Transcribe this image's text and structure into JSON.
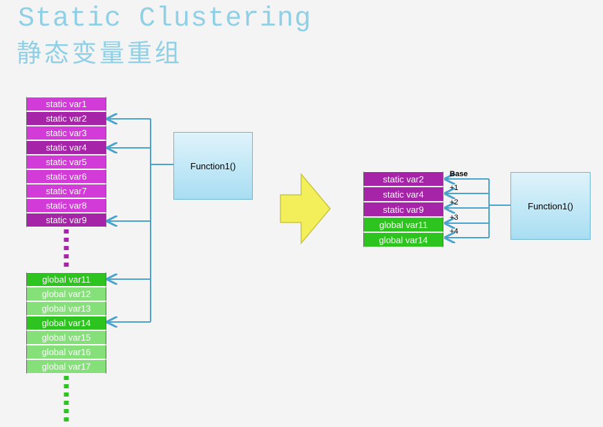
{
  "title": "Static Clustering",
  "subtitle": "静态变量重组",
  "left": {
    "static_vars": [
      {
        "label": "static var1"
      },
      {
        "label": "static var2"
      },
      {
        "label": "static var3"
      },
      {
        "label": "static var4"
      },
      {
        "label": "static var5"
      },
      {
        "label": "static var6"
      },
      {
        "label": "static var7"
      },
      {
        "label": "static var8"
      },
      {
        "label": "static var9"
      }
    ],
    "global_vars": [
      {
        "label": "global var11"
      },
      {
        "label": "global var12"
      },
      {
        "label": "global var13"
      },
      {
        "label": "global var14"
      },
      {
        "label": "global var15"
      },
      {
        "label": "global var16"
      },
      {
        "label": "global var17"
      }
    ],
    "function_label": "Function1()"
  },
  "right": {
    "vars": [
      {
        "label": "static var2"
      },
      {
        "label": "static var4"
      },
      {
        "label": "static var9"
      },
      {
        "label": "global var11"
      },
      {
        "label": "global var14"
      }
    ],
    "offsets": [
      "Base",
      "+1",
      "+2",
      "+3",
      "+4"
    ],
    "function_label": "Function1()"
  },
  "colors": {
    "static_light": "#d23bd8",
    "static_dark": "#a524a8",
    "global_light": "#86e07a",
    "global_dark": "#2ec41f",
    "arrow": "#4aa3cc",
    "transform_arrow": "#f2ef5a"
  }
}
